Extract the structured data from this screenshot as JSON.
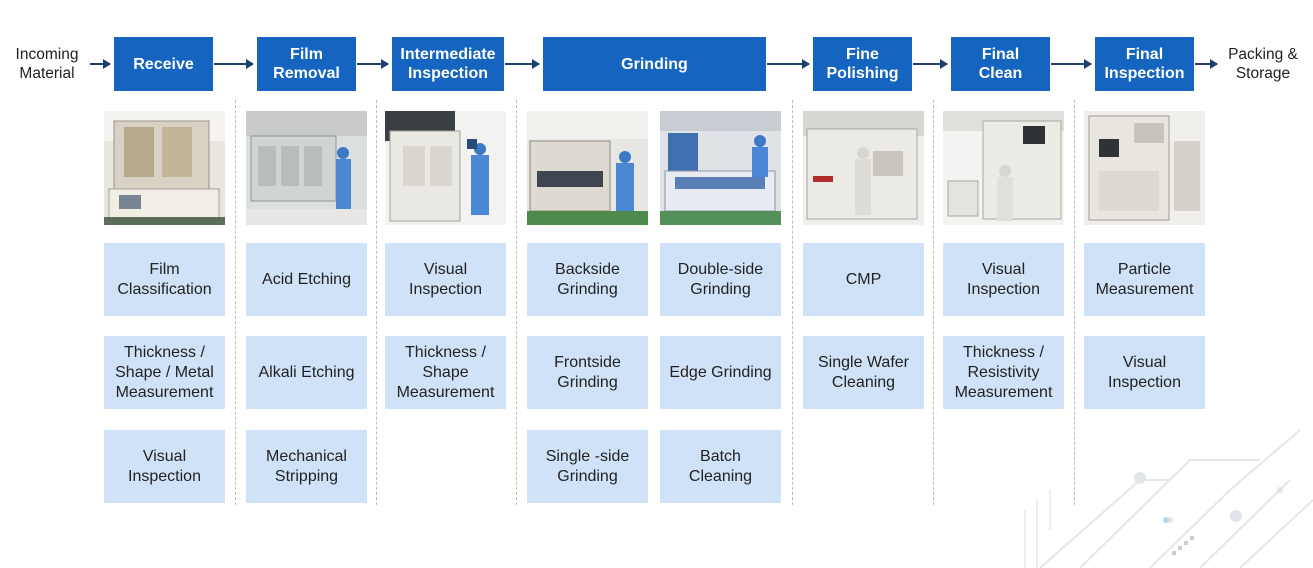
{
  "flow": {
    "start_label": "Incoming\nMaterial",
    "end_label": "Packing &\nStorage",
    "stages": [
      {
        "label": "Receive",
        "color": "#1565c0"
      },
      {
        "label": "Film\nRemoval",
        "color": "#1565c0"
      },
      {
        "label": "Intermediate\nInspection",
        "color": "#1565c0"
      },
      {
        "label": "Grinding",
        "color": "#1565c0"
      },
      {
        "label": "Fine\nPolishing",
        "color": "#1565c0"
      },
      {
        "label": "Final\nClean",
        "color": "#1565c0"
      },
      {
        "label": "Final\nInspection",
        "color": "#1565c0"
      }
    ]
  },
  "photos": [
    {
      "name": "receive-equipment-photo",
      "icon": "wafer-sorter-machine"
    },
    {
      "name": "film-removal-equipment-photo",
      "icon": "etching-machine-operator"
    },
    {
      "name": "intermediate-inspection-equipment-photo",
      "icon": "inspection-machine-operator"
    },
    {
      "name": "grinding-equipment-photo-1",
      "icon": "grinding-machine-operator"
    },
    {
      "name": "grinding-equipment-photo-2",
      "icon": "double-side-grinder"
    },
    {
      "name": "fine-polishing-equipment-photo",
      "icon": "cmp-machine-operator"
    },
    {
      "name": "final-clean-equipment-photo",
      "icon": "cleaning-machine-operator"
    },
    {
      "name": "final-inspection-equipment-photo",
      "icon": "particle-inspection-machine"
    }
  ],
  "columns": [
    {
      "steps": [
        "Film\nClassification",
        "Thickness /\nShape / Metal\nMeasurement",
        "Visual\nInspection"
      ]
    },
    {
      "steps": [
        "Acid Etching",
        "Alkali Etching",
        "Mechanical\nStripping"
      ]
    },
    {
      "steps": [
        "Visual\nInspection",
        "Thickness /\nShape\nMeasurement"
      ]
    },
    {
      "steps": [
        "Backside\nGrinding",
        "Frontside\nGrinding",
        "Single -side\nGrinding"
      ]
    },
    {
      "steps": [
        "Double-side\nGrinding",
        "Edge Grinding",
        "Batch\nCleaning"
      ]
    },
    {
      "steps": [
        "CMP",
        "Single Wafer\nCleaning"
      ]
    },
    {
      "steps": [
        "Visual\nInspection",
        "Thickness /\nResistivity\nMeasurement"
      ]
    },
    {
      "steps": [
        "Particle\nMeasurement",
        "Visual\nInspection"
      ]
    }
  ],
  "colors": {
    "stage": "#1565c0",
    "step": "#cfe2f7",
    "arrow": "#1d3f6e"
  }
}
